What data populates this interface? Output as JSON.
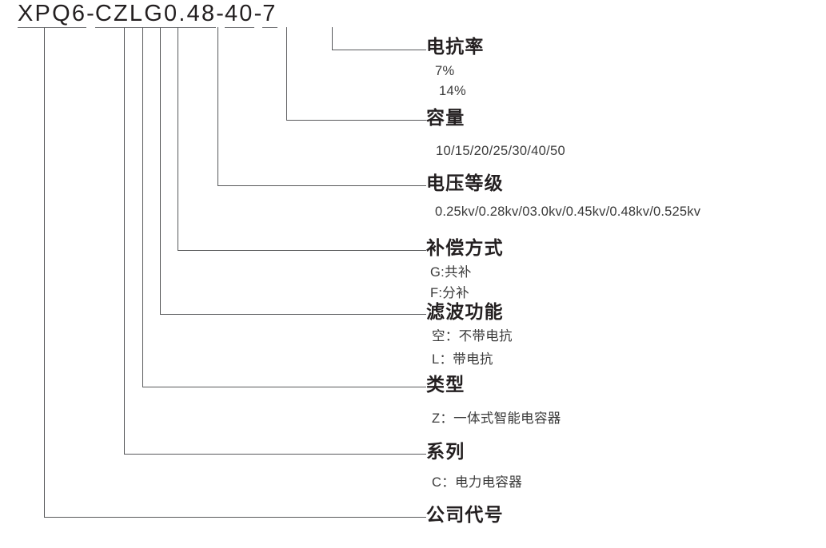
{
  "diagram": {
    "title_code": "XPQ6-CZLG0.48-40-7",
    "code_segments": [
      {
        "text": "XPQ6",
        "underline": true
      },
      {
        "text": "-",
        "underline": false
      },
      {
        "text": "C",
        "underline": true
      },
      {
        "text": "Z",
        "underline": true
      },
      {
        "text": "L",
        "underline": true
      },
      {
        "text": "G",
        "underline": true
      },
      {
        "text": "0.48",
        "underline": true
      },
      {
        "text": "-",
        "underline": false
      },
      {
        "text": "40",
        "underline": true
      },
      {
        "text": "-",
        "underline": false
      },
      {
        "text": "7",
        "underline": true
      }
    ],
    "entries": [
      {
        "key": "reactance-rate",
        "heading": "电抗率",
        "values": [
          "7%",
          "14%"
        ]
      },
      {
        "key": "capacity",
        "heading": "容量",
        "values": [
          "10/15/20/25/30/40/50"
        ]
      },
      {
        "key": "voltage-level",
        "heading": "电压等级",
        "values": [
          "0.25kv/0.28kv/03.0kv/0.45kv/0.48kv/0.525kv"
        ]
      },
      {
        "key": "compensation-mode",
        "heading": "补偿方式",
        "values": [
          "G:共补",
          "F:分补"
        ]
      },
      {
        "key": "filter-function",
        "heading": "滤波功能",
        "values": [
          "空：不带电抗",
          "L：带电抗"
        ]
      },
      {
        "key": "type",
        "heading": "类型",
        "values": [
          "Z：一体式智能电容器"
        ]
      },
      {
        "key": "series",
        "heading": "系列",
        "values": [
          "C：电力电容器"
        ]
      },
      {
        "key": "company-code",
        "heading": "公司代号",
        "values": []
      }
    ],
    "colors": {
      "text": "#231f20",
      "line": "#58595b",
      "underline": "#6d6e71",
      "background": "#ffffff"
    }
  }
}
